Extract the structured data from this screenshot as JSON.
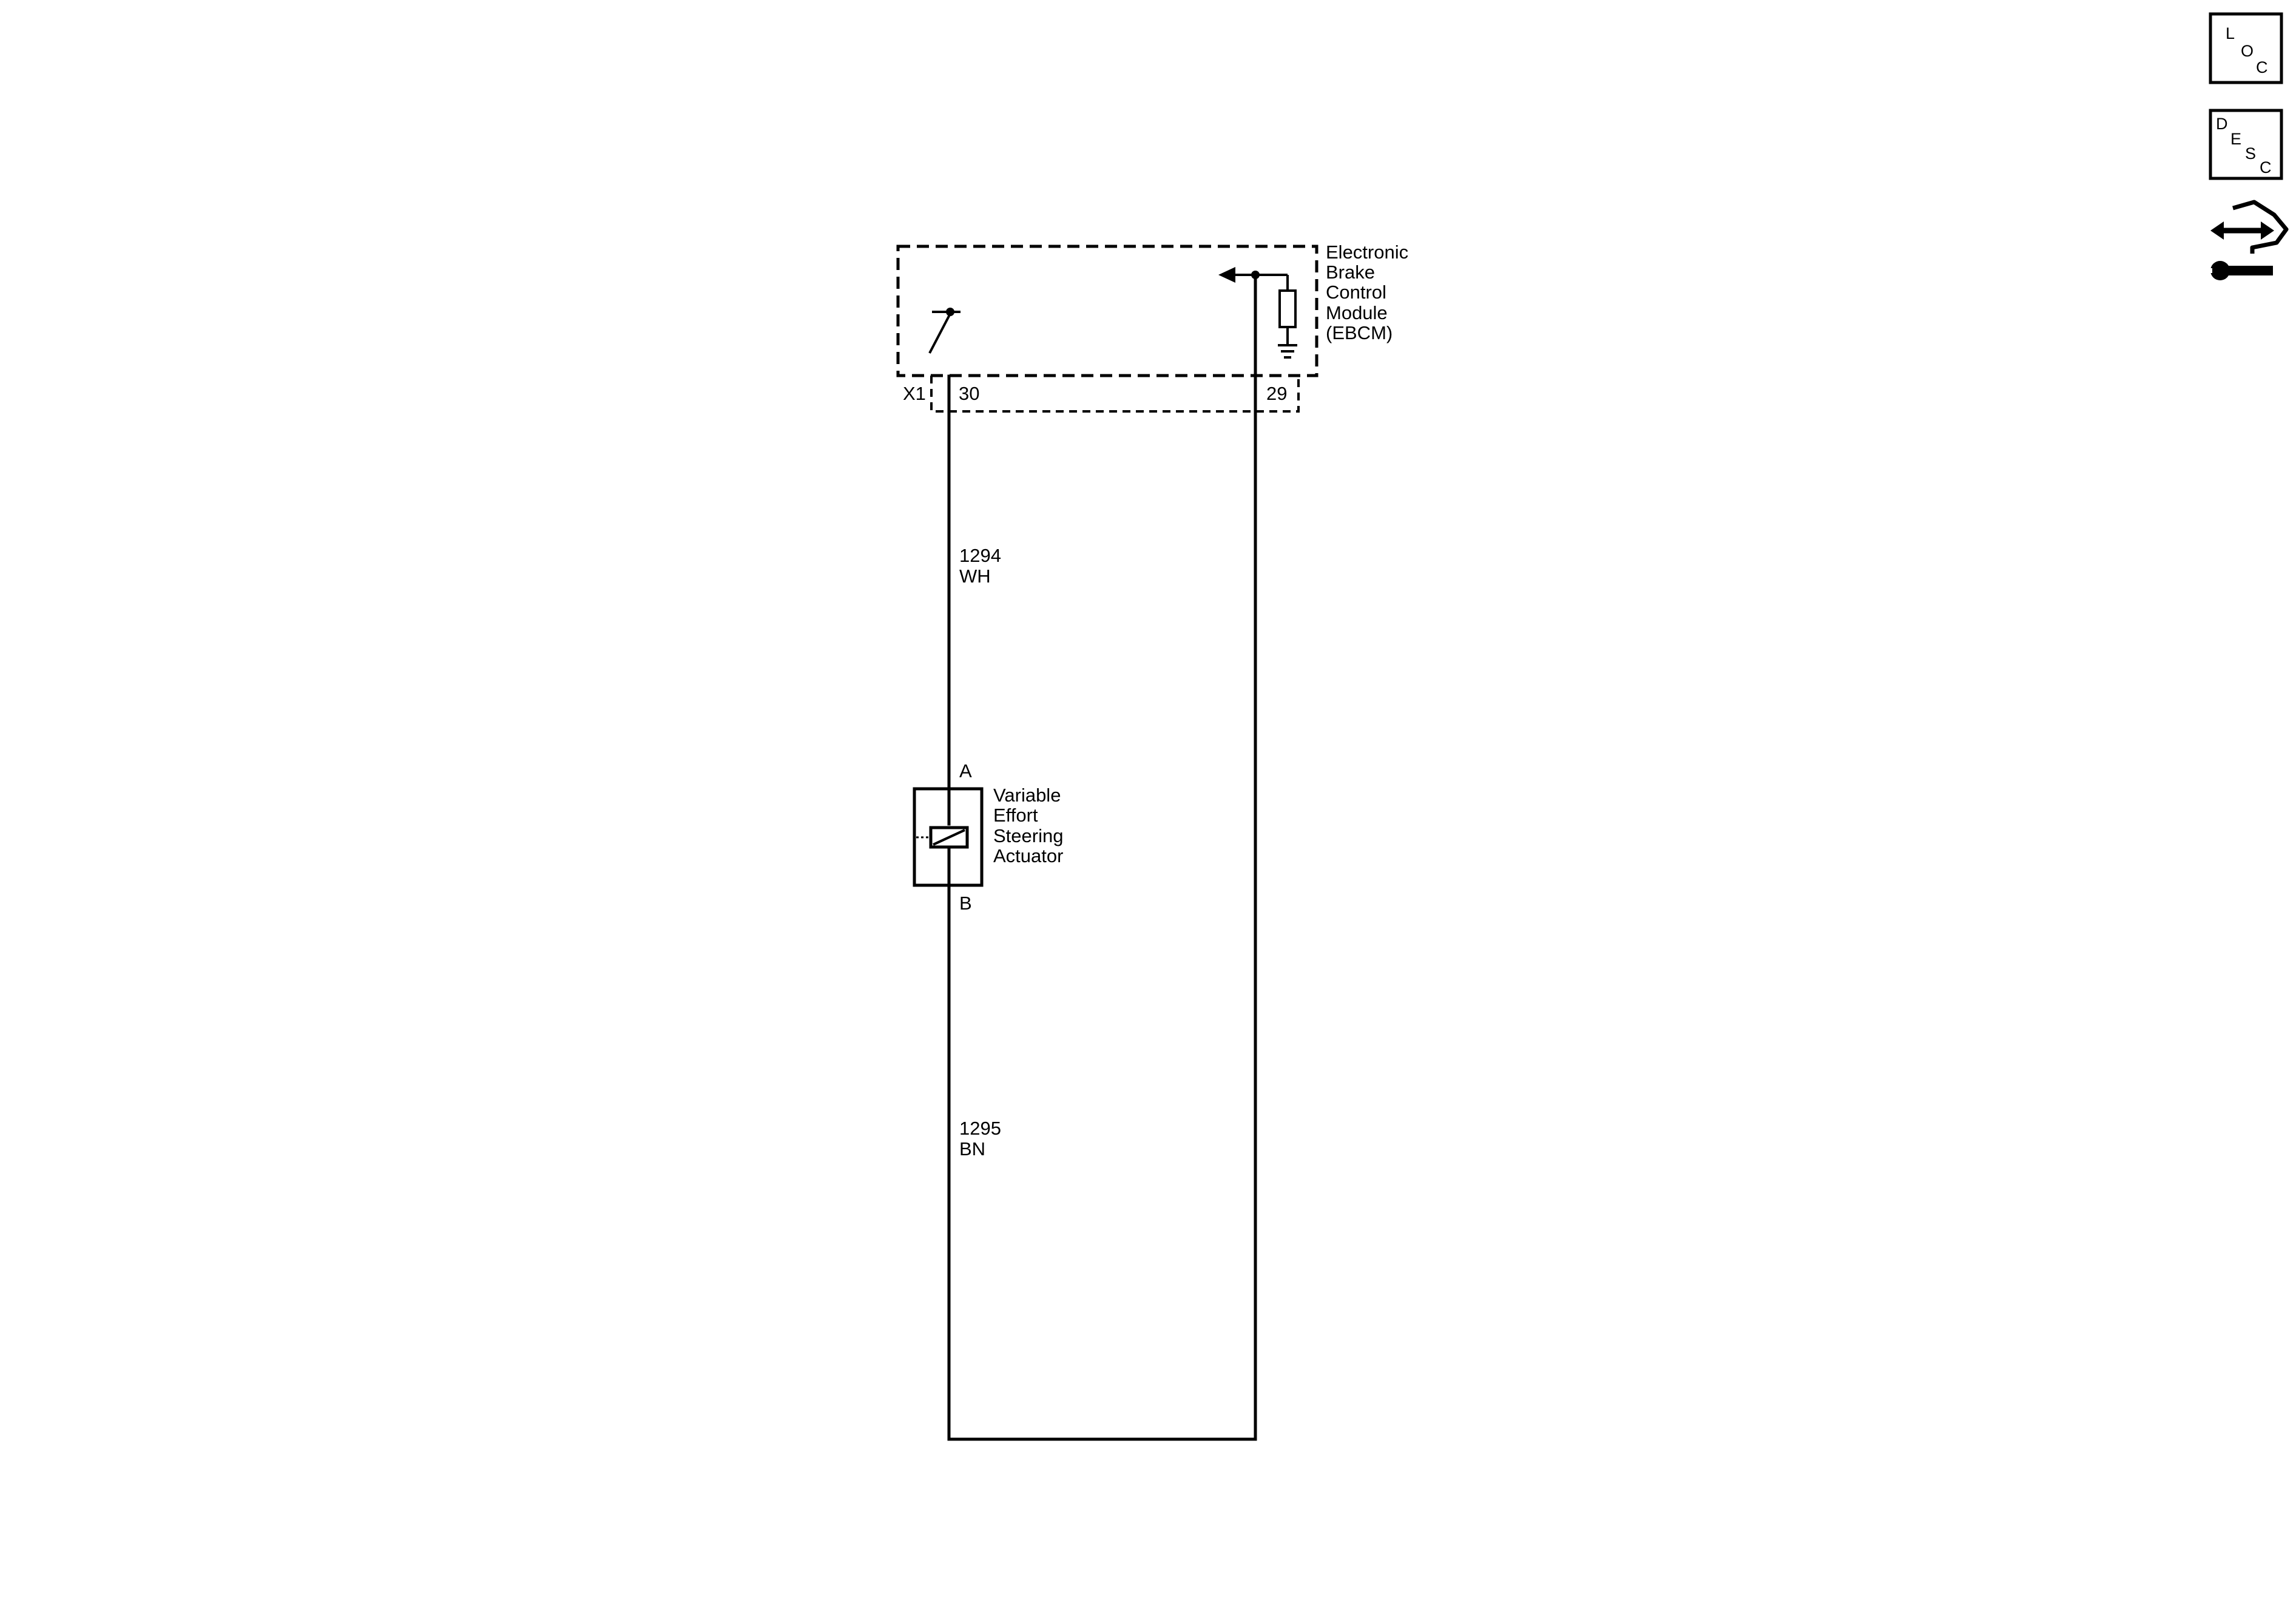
{
  "module": {
    "name_lines": [
      "Electronic",
      "Brake",
      "Control",
      "Module",
      "(EBCM)"
    ],
    "connector": "X1",
    "pin_left": "30",
    "pin_right": "29"
  },
  "wire_upper": {
    "circuit": "1294",
    "color": "WH"
  },
  "wire_lower": {
    "circuit": "1295",
    "color": "BN"
  },
  "actuator": {
    "name_lines": [
      "Variable",
      "Effort",
      "Steering",
      "Actuator"
    ],
    "pin_top": "A",
    "pin_bottom": "B"
  },
  "toolbar": {
    "loc": {
      "l": "L",
      "o": "O",
      "c": "C"
    },
    "desc": {
      "d": "D",
      "e": "E",
      "s": "S",
      "c": "C"
    },
    "connector_icon": "connector-repair-icon"
  }
}
